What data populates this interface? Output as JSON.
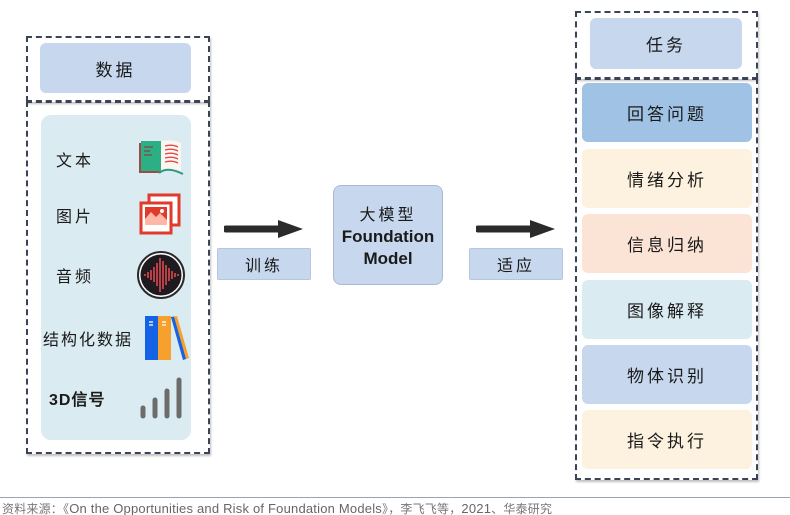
{
  "data_section": {
    "title": "数据",
    "items": [
      {
        "label": "文本",
        "icon": "open-book-icon"
      },
      {
        "label": "图片",
        "icon": "image-gallery-icon"
      },
      {
        "label": "音频",
        "icon": "audio-waveform-icon"
      },
      {
        "label": "结构化数据",
        "icon": "books-icon"
      },
      {
        "label": "3D信号",
        "icon": "signal-bars-icon"
      }
    ]
  },
  "flow": {
    "train_label": "训练",
    "adapt_label": "适应",
    "model": {
      "cn": "大模型",
      "en_line1": "Foundation",
      "en_line2": "Model"
    }
  },
  "task_section": {
    "title": "任务",
    "items": [
      {
        "label": "回答问题",
        "color": "#9fc2e5"
      },
      {
        "label": "情绪分析",
        "color": "#fdf1e0"
      },
      {
        "label": "信息归纳",
        "color": "#fbe4d6"
      },
      {
        "label": "图像解释",
        "color": "#dbebf2"
      },
      {
        "label": "物体识别",
        "color": "#c6d7ee"
      },
      {
        "label": "指令执行",
        "color": "#fdf1e0"
      }
    ]
  },
  "footer": {
    "prefix": "资料来源：《",
    "title": "On the Opportunities and Risk of Foundation Models",
    "suffix_cn": "》，李飞飞等，",
    "year": "2021",
    "suffix_end": "、华泰研究"
  },
  "colors": {
    "header_blue": "#c6d7ee",
    "panel_light_blue": "#dbebf2",
    "dashed_border": "#3b4456",
    "arrow": "#2b2b2b"
  }
}
